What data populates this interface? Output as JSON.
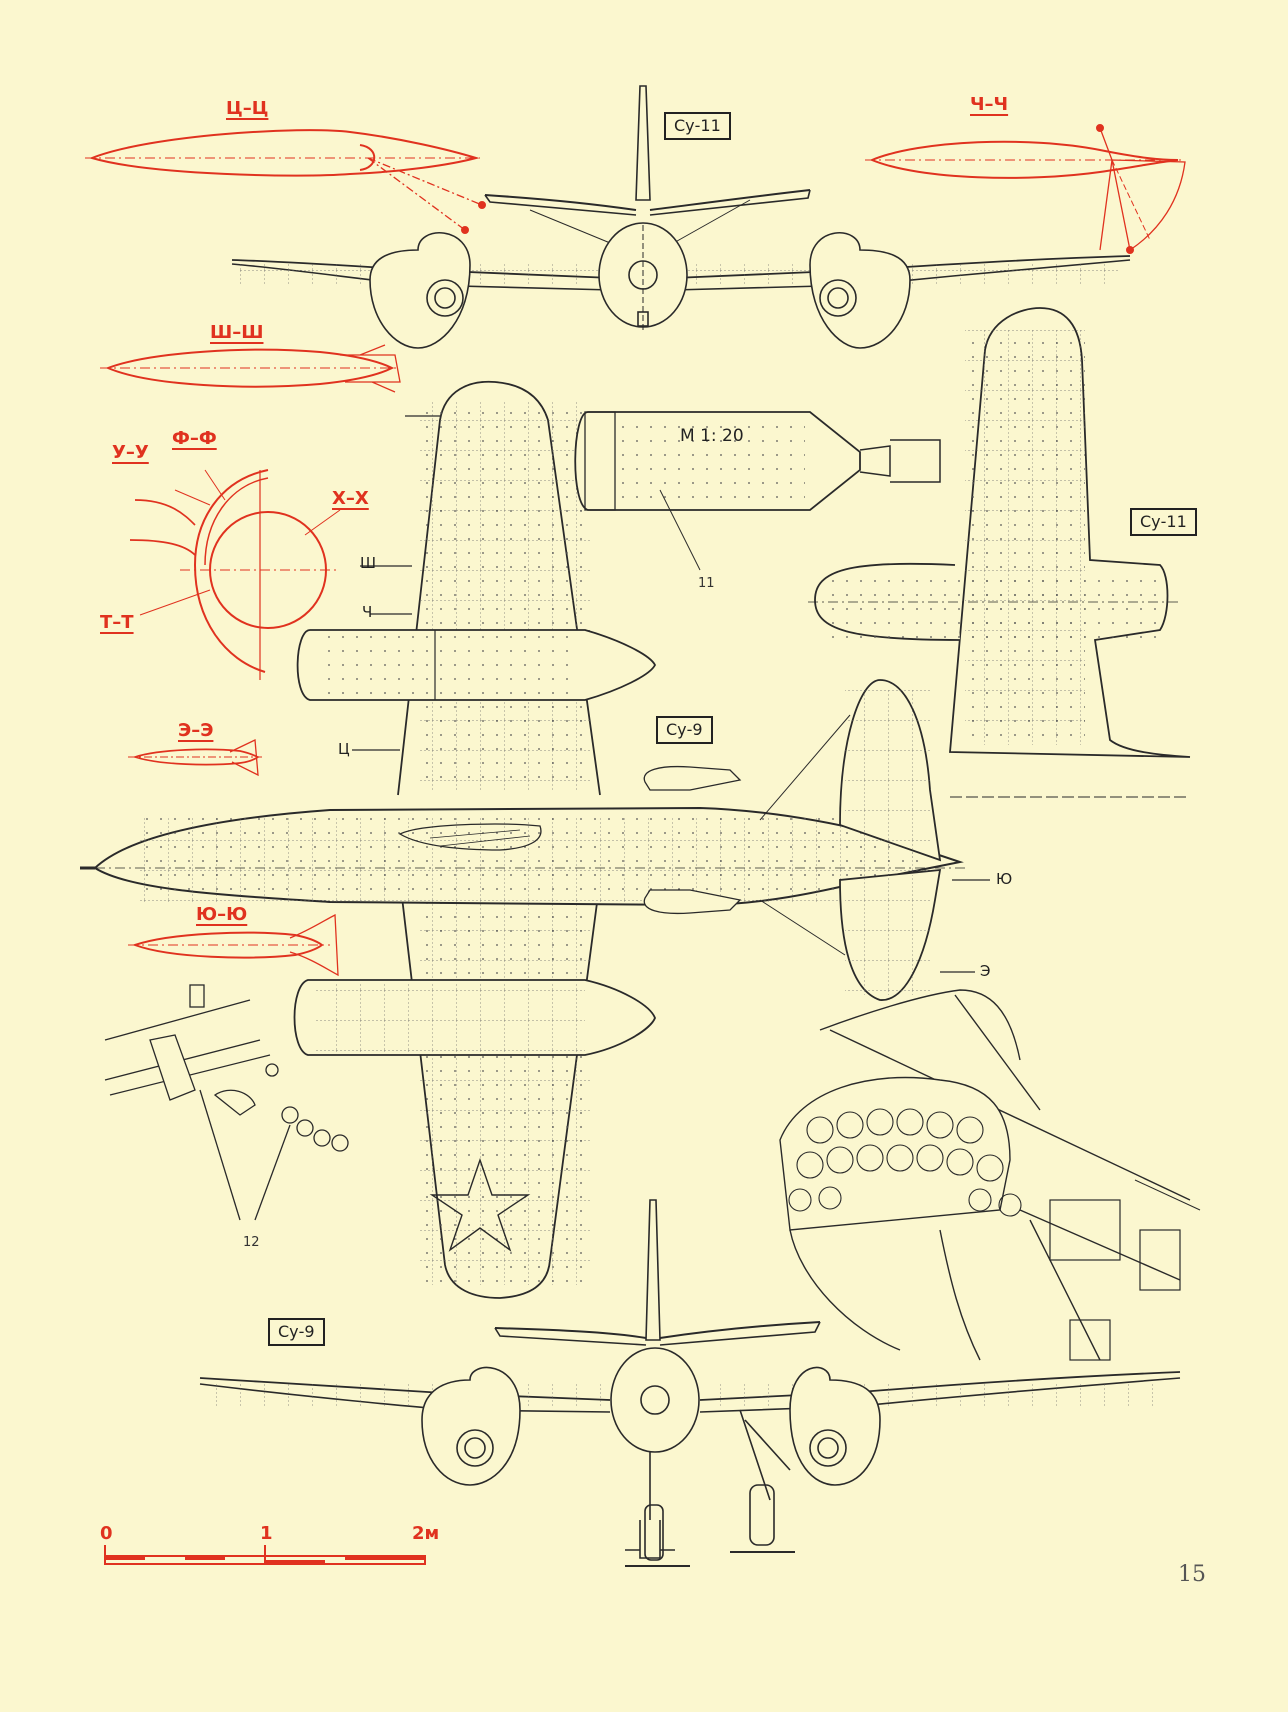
{
  "labels": {
    "su11_top": "Су-11",
    "su11_tail": "Су-11",
    "su9_plan": "Су-9",
    "su9_front": "Су-9",
    "scale_ratio": "М 1: 20",
    "part_11": "11",
    "part_12": "12",
    "page_number": "15"
  },
  "sections": {
    "ts": "Ц–Ц",
    "ch": "Ч–Ч",
    "sh": "Ш–Ш",
    "uu": "У–У",
    "ff": "Ф–Ф",
    "hh": "Х–Х",
    "tt": "Т–Т",
    "ee": "Э–Э",
    "yu": "Ю–Ю"
  },
  "markers": {
    "sh": "Ш",
    "ch": "Ч",
    "ts": "Ц",
    "yu": "Ю",
    "e": "Э"
  },
  "scale_bar": {
    "zero": "0",
    "one": "1",
    "two": "2м"
  },
  "colors": {
    "paper": "#fbf7cf",
    "line": "#2a2a2a",
    "section": "#e0321f"
  }
}
